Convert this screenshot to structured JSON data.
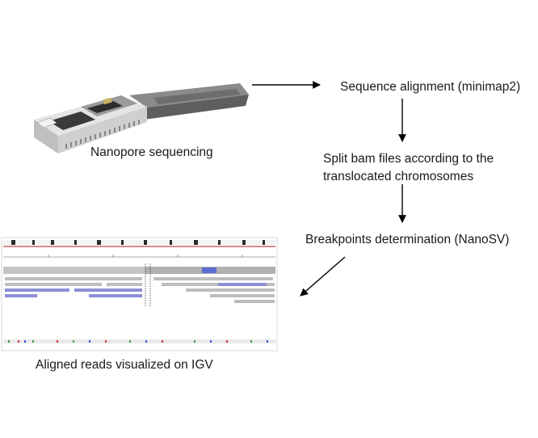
{
  "steps": {
    "sequencing": "Nanopore sequencing",
    "alignment": "Sequence alignment (minimap2)",
    "split_line1": "Split bam files according to the",
    "split_line2": "translocated chromosomes",
    "breakpoints": "Breakpoints determination (NanoSV)",
    "visualization": "Aligned reads visualized on IGV"
  },
  "colors": {
    "text": "#1a1a1a",
    "arrow": "#000000",
    "device_body": "#d9d9d9",
    "device_lid": "#6f6f6f",
    "read_blue": "#8c8fd6",
    "read_gray": "#bdbdbd"
  },
  "icons": {
    "device": "nanopore-sequencer-icon",
    "igv": "igv-screenshot-icon"
  }
}
